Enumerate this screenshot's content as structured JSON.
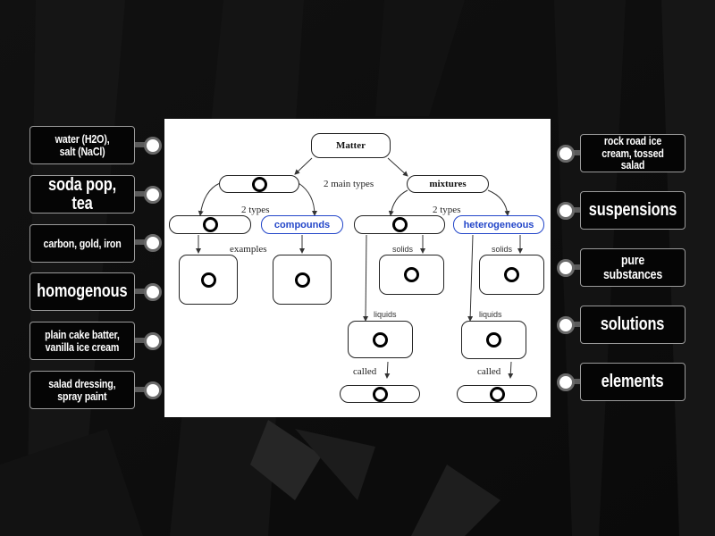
{
  "activity": {
    "left_cards": [
      {
        "label": "water (H2O),\nsalt (NaCl)",
        "size": "small"
      },
      {
        "label": "soda pop, tea",
        "size": "big"
      },
      {
        "label": "carbon, gold, iron",
        "size": "small"
      },
      {
        "label": "homogenous",
        "size": "big"
      },
      {
        "label": "plain cake batter,\nvanilla ice cream",
        "size": "small"
      },
      {
        "label": "salad dressing,\nspray paint",
        "size": "small"
      }
    ],
    "right_cards": [
      {
        "label": "rock road ice\ncream, tossed salad",
        "size": "small"
      },
      {
        "label": "suspensions",
        "size": "big"
      },
      {
        "label": "pure substances",
        "size": "mid"
      },
      {
        "label": "solutions",
        "size": "big"
      },
      {
        "label": "elements",
        "size": "big"
      }
    ]
  },
  "diagram": {
    "root": "Matter",
    "main_types_label": "2 main types",
    "mixtures": "mixtures",
    "two_types_left": "2 types",
    "two_types_right": "2 types",
    "compounds": "compounds",
    "heterogeneous": "heterogeneous",
    "examples_label": "examples",
    "solids_left": "solids",
    "solids_right": "solids",
    "liquids_left": "liquids",
    "liquids_right": "liquids",
    "called_left": "called",
    "called_right": "called",
    "blank_slot": "drop-target"
  }
}
